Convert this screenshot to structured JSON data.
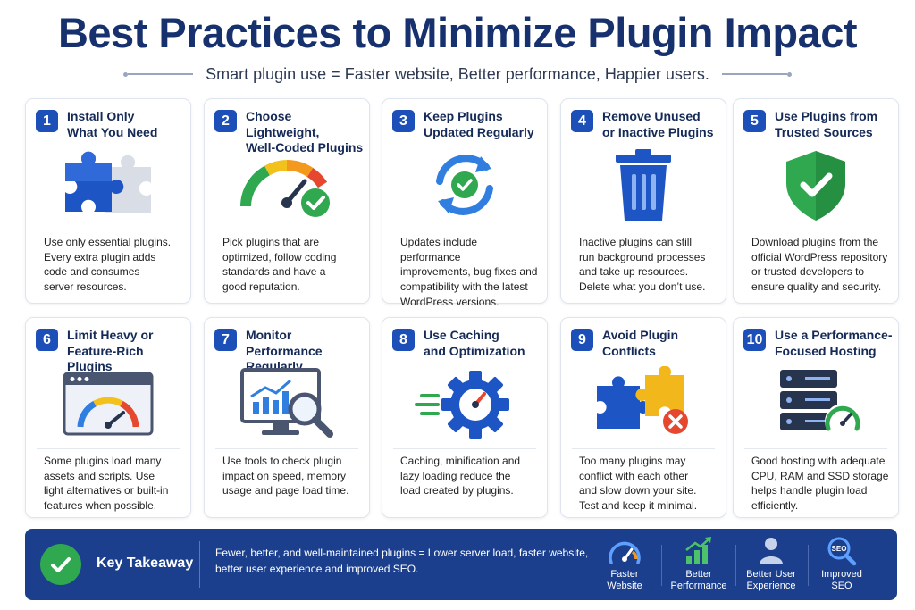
{
  "header": {
    "title": "Best Practices to Minimize Plugin Impact",
    "subtitle": "Smart plugin use = Faster website, Better performance, Happier users."
  },
  "cards": [
    {
      "number": "1",
      "title": "Install Only\nWhat You Need",
      "icon": "puzzle-pieces-icon",
      "desc": "Use only essential plugins.\nEvery extra plugin adds\ncode and consumes\nserver resources."
    },
    {
      "number": "2",
      "title": "Choose Lightweight,\nWell-Coded Plugins",
      "icon": "speed-gauge-check-icon",
      "desc": "Pick plugins that are\noptimized, follow coding\nstandards and have a\ngood reputation."
    },
    {
      "number": "3",
      "title": "Keep Plugins\nUpdated Regularly",
      "icon": "refresh-check-icon",
      "desc": "Updates include performance\nimprovements, bug fixes and\ncompatibility with the latest\nWordPress versions."
    },
    {
      "number": "4",
      "title": "Remove Unused\nor Inactive Plugins",
      "icon": "trash-icon",
      "desc": "Inactive plugins can still\nrun background processes\nand take up resources.\nDelete what you don’t use."
    },
    {
      "number": "5",
      "title": "Use Plugins from\nTrusted Sources",
      "icon": "shield-check-icon",
      "desc": "Download plugins from the\nofficial WordPress repository\nor trusted developers to\nensure quality and security."
    },
    {
      "number": "6",
      "title": "Limit Heavy or\nFeature-Rich Plugins",
      "icon": "browser-gauge-icon",
      "desc": "Some plugins load many\nassets and scripts. Use\nlight alternatives or built-in\nfeatures when possible."
    },
    {
      "number": "7",
      "title": "Monitor Performance\nRegularly",
      "icon": "monitor-analytics-icon",
      "desc": "Use tools to check plugin\nimpact on speed, memory\nusage and page load time."
    },
    {
      "number": "8",
      "title": "Use Caching\nand Optimization",
      "icon": "gear-speed-icon",
      "desc": "Caching, minification and\nlazy loading reduce the\nload created by plugins."
    },
    {
      "number": "9",
      "title": "Avoid Plugin\nConflicts",
      "icon": "puzzle-conflict-icon",
      "desc": "Too many plugins may\nconflict with each other\nand slow down your site.\nTest and keep it minimal."
    },
    {
      "number": "10",
      "title": "Use a Performance-\nFocused Hosting",
      "icon": "server-gauge-icon",
      "desc": "Good hosting with adequate\nCPU, RAM and SSD storage\nhelps handle plugin load\nefficiently."
    }
  ],
  "takeaway": {
    "title": "Key Takeaway",
    "text": "Fewer, better, and well-maintained plugins = Lower server load, faster website,\nbetter user experience and improved SEO.",
    "benefits": [
      {
        "label": "Faster\nWebsite",
        "icon": "speedometer-icon"
      },
      {
        "label": "Better\nPerformance",
        "icon": "growth-chart-icon"
      },
      {
        "label": "Better User\nExperience",
        "icon": "user-icon"
      },
      {
        "label": "Improved\nSEO",
        "icon": "seo-search-icon"
      }
    ]
  },
  "colors": {
    "title": "#17306e",
    "badge": "#1d4fb8",
    "takeaway_bg": "#1b3f8c",
    "green": "#2fa84f"
  }
}
